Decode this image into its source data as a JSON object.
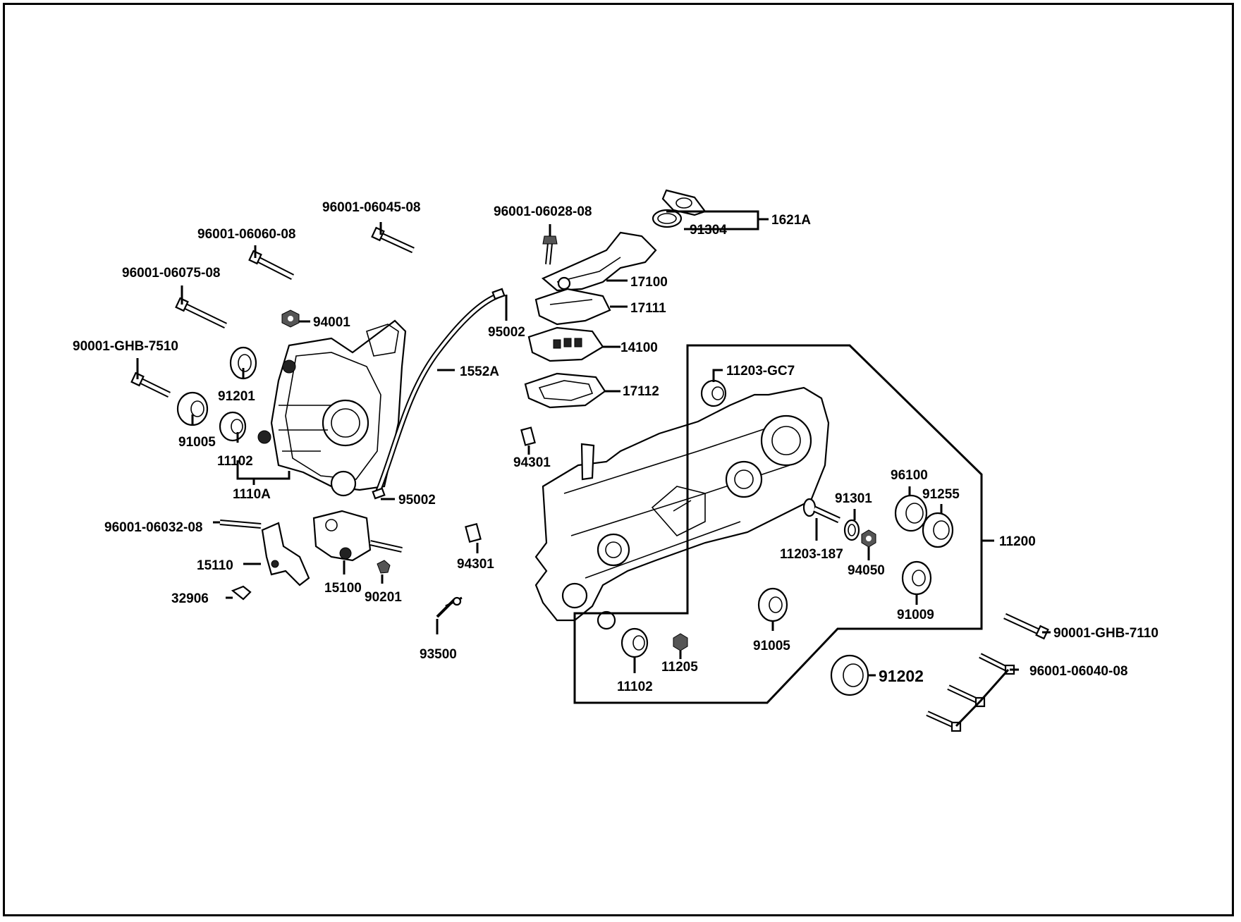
{
  "labels": {
    "p96001_06045_08": "96001-06045-08",
    "p96001_06060_08": "96001-06060-08",
    "p96001_06075_08": "96001-06075-08",
    "p90001_GHB_7510": "90001-GHB-7510",
    "p94001": "94001",
    "p91201": "91201",
    "p91005_left": "91005",
    "p11102_left": "11102",
    "p1110A": "1110A",
    "p96001_06028_08": "96001-06028-08",
    "p1621A": "1621A",
    "p91304": "91304",
    "p17100": "17100",
    "p17111": "17111",
    "p95002_top": "95002",
    "p14100": "14100",
    "p1552A": "1552A",
    "p17112": "17112",
    "p11203_GC7": "11203-GC7",
    "p94301_top": "94301",
    "p95002_bottom": "95002",
    "p96001_06032_08": "96001-06032-08",
    "p15110": "15110",
    "p32906": "32906",
    "p15100": "15100",
    "p90201": "90201",
    "p94301_bottom": "94301",
    "p93500": "93500",
    "p96100": "96100",
    "p91255": "91255",
    "p91301": "91301",
    "p11200": "11200",
    "p11203_187": "11203-187",
    "p94050": "94050",
    "p91009": "91009",
    "p91005_right": "91005",
    "p90001_GHB_7110": "90001-GHB-7110",
    "p11205": "11205",
    "p11102_right": "11102",
    "p91202": "91202",
    "p96001_06040_08": "96001-06040-08"
  }
}
